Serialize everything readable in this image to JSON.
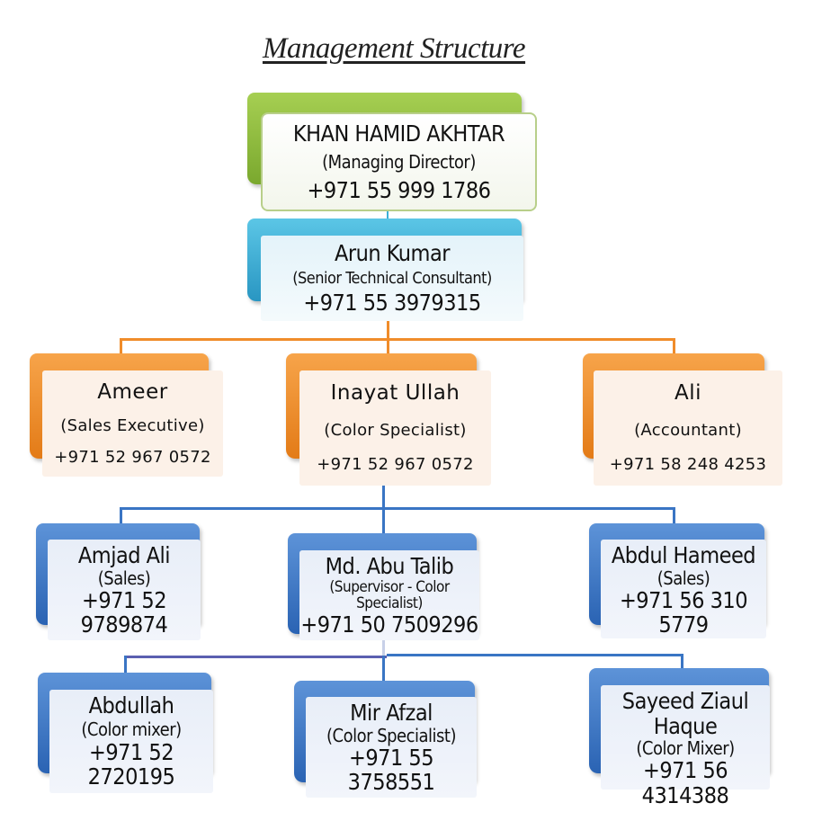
{
  "title": "Management Structure",
  "colors": {
    "green": "#8bbd3c",
    "cyan": "#3bb1d8",
    "orange": "#f08c2a",
    "blue": "#3a75c4"
  },
  "nodes": [
    {
      "id": "khan",
      "name": "KHAN HAMID AKHTAR",
      "role": "(Managing Director)",
      "phone": "+971 55 999 1786",
      "color": "green"
    },
    {
      "id": "arun",
      "name": "Arun Kumar",
      "role": "(Senior Technical Consultant)",
      "phone": "+971 55 3979315",
      "color": "cyan"
    },
    {
      "id": "ameer",
      "name": "Ameer",
      "role": "(Sales Executive)",
      "phone": "+971 52 967 0572",
      "color": "orange"
    },
    {
      "id": "inayat",
      "name": "Inayat Ullah",
      "role": "(Color Specialist)",
      "phone": "+971 52 967 0572",
      "color": "orange"
    },
    {
      "id": "ali",
      "name": "Ali",
      "role": "(Accountant)",
      "phone": "+971 58 248 4253",
      "color": "orange"
    },
    {
      "id": "amjad",
      "name": "Amjad Ali",
      "role": "(Sales)",
      "phone": "+971 52 9789874",
      "color": "blue"
    },
    {
      "id": "talib",
      "name": "Md. Abu Talib",
      "role": "(Supervisor - Color Specialist)",
      "phone": "+971 50 7509296",
      "color": "blue"
    },
    {
      "id": "hameed",
      "name": "Abdul Hameed",
      "role": "(Sales)",
      "phone": "+971 56 310 5779",
      "color": "blue"
    },
    {
      "id": "abdullah",
      "name": "Abdullah",
      "role": "(Color mixer)",
      "phone": "+971 52 2720195",
      "color": "blue"
    },
    {
      "id": "afzal",
      "name": "Mir Afzal",
      "role": "(Color Specialist)",
      "phone": "+971 55 3758551",
      "color": "blue"
    },
    {
      "id": "sayeed",
      "name": "Sayeed Ziaul Haque",
      "role": "(Color Mixer)",
      "phone": "+971 56 4314388",
      "color": "blue"
    }
  ]
}
